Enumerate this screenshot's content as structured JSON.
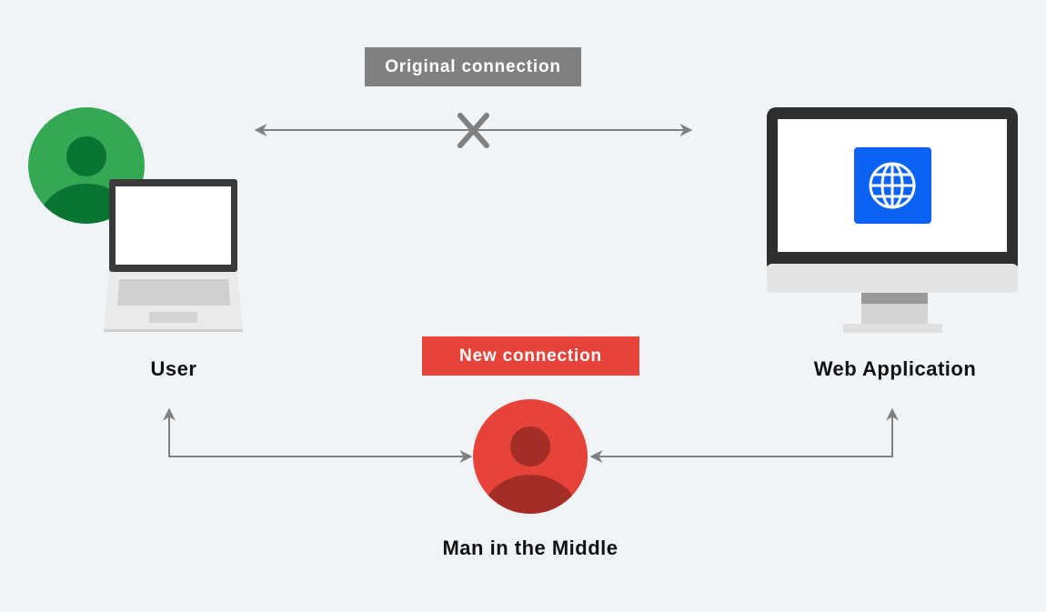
{
  "tags": {
    "original_connection": "Original connection",
    "new_connection": "New connection"
  },
  "nodes": {
    "user": "User",
    "web_application": "Web Application",
    "man_in_the_middle": "Man in the Middle"
  },
  "icons": {
    "user": "user-avatar-icon",
    "laptop": "laptop-icon",
    "monitor": "desktop-monitor-icon",
    "globe": "globe-icon",
    "attacker": "attacker-avatar-icon",
    "blocked": "x-mark-icon"
  },
  "colors": {
    "background": "#f1f4f7",
    "original_tag": "#808080",
    "new_tag": "#e8433a",
    "user_green": "#34a853",
    "user_green_dark": "#0a7433",
    "attacker_red": "#e8433a",
    "attacker_red_dark": "#a42d25",
    "globe_blue": "#0b63f6",
    "arrow_gray": "#808080"
  }
}
